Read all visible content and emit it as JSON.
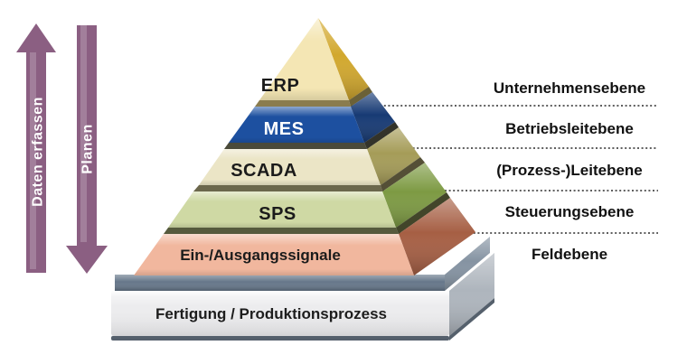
{
  "arrows": {
    "color": "#8b5f82",
    "up": {
      "label": "Daten erfassen"
    },
    "down": {
      "label": "Planen"
    }
  },
  "pyramid": {
    "levels": [
      {
        "label": "ERP",
        "ebene": "Unternehmensebene",
        "front": "#f4e6b4",
        "side": "#d2a82e",
        "sep": "#8a7c4e",
        "sep_side": "#6b6138",
        "text": "#1b1b1b"
      },
      {
        "label": "MES",
        "ebene": "Betriebsleitebene",
        "front": "#1d50a0",
        "side": "#173a74",
        "sep": "#4a4a3a",
        "sep_side": "#33332a",
        "text": "#ffffff"
      },
      {
        "label": "SCADA",
        "ebene": "(Prozess-)Leitebene",
        "front": "#ebe5c6",
        "side": "#a59c58",
        "sep": "#6b674c",
        "sep_side": "#544f36",
        "text": "#1b1b1b"
      },
      {
        "label": "SPS",
        "ebene": "Steuerungsebene",
        "front": "#cfd9a4",
        "side": "#7d9a43",
        "sep": "#565a3d",
        "sep_side": "#42452a",
        "text": "#1b1b1b"
      },
      {
        "label": "Ein-/Ausgangssignale",
        "ebene": "Feldebene",
        "front": "#f1b79e",
        "side": "#a65f44",
        "text": "#1b1b1b"
      }
    ],
    "base_plate": {
      "label": "Fertigung / Produktionsprozess",
      "front": "#ececee",
      "side": "#aeb5bd",
      "bevel": "#55606c",
      "text": "#1d1d1d"
    },
    "sub_plate": {
      "front": "#66778a",
      "side": "#8593a2"
    }
  },
  "guide_lines": {
    "color": "#2a2a2a"
  }
}
